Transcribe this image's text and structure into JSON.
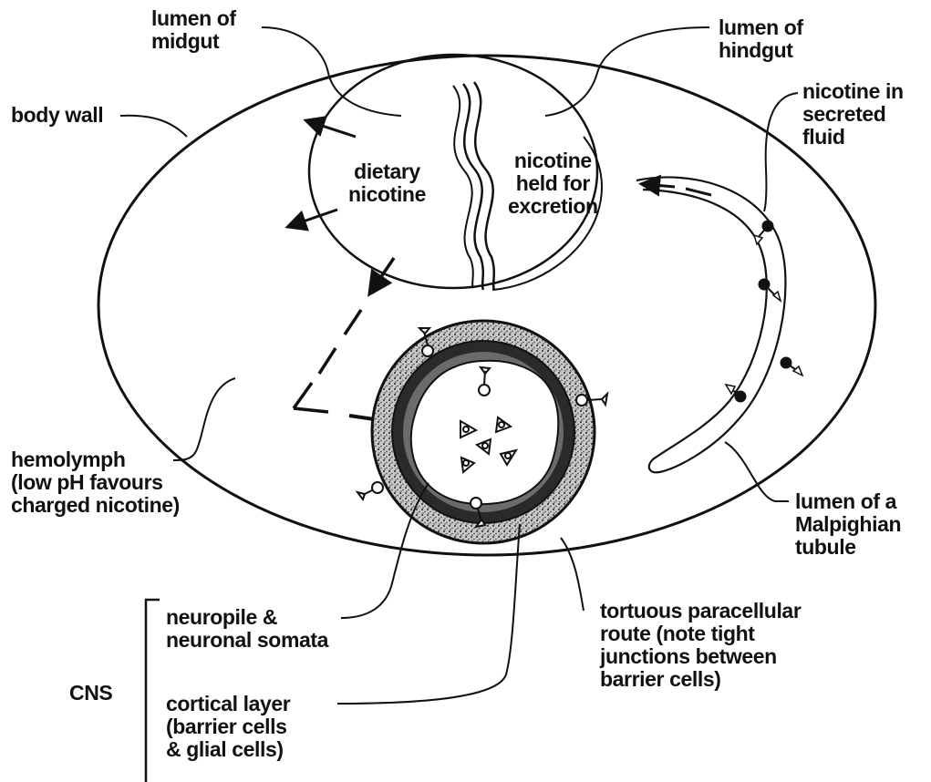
{
  "labels": {
    "lumen_midgut": [
      "lumen of",
      "midgut"
    ],
    "lumen_hindgut": [
      "lumen of",
      "hindgut"
    ],
    "body_wall": "body wall",
    "nicotine_secreted": [
      "nicotine in",
      "secreted",
      "fluid"
    ],
    "dietary_nicotine": [
      "dietary",
      "nicotine"
    ],
    "nicotine_held": [
      "nicotine",
      "held for",
      "excretion"
    ],
    "hemolymph": [
      "hemolymph",
      "(low pH favours",
      "charged nicotine)"
    ],
    "malpighian": [
      "lumen of a",
      "Malpighian",
      "tubule"
    ],
    "neuropile": [
      "neuropile &",
      "neuronal somata"
    ],
    "tortuous": [
      "tortuous paracellular",
      "route (note tight",
      "junctions between",
      "barrier cells)"
    ],
    "cns": "CNS",
    "cortical": [
      "cortical layer",
      "(barrier cells",
      "& glial cells)"
    ]
  },
  "colors": {
    "ink": "#111111",
    "barrier_dark": "#2a2a2a",
    "barrier_stipple": "#7a7a7a",
    "background": "#ffffff"
  }
}
